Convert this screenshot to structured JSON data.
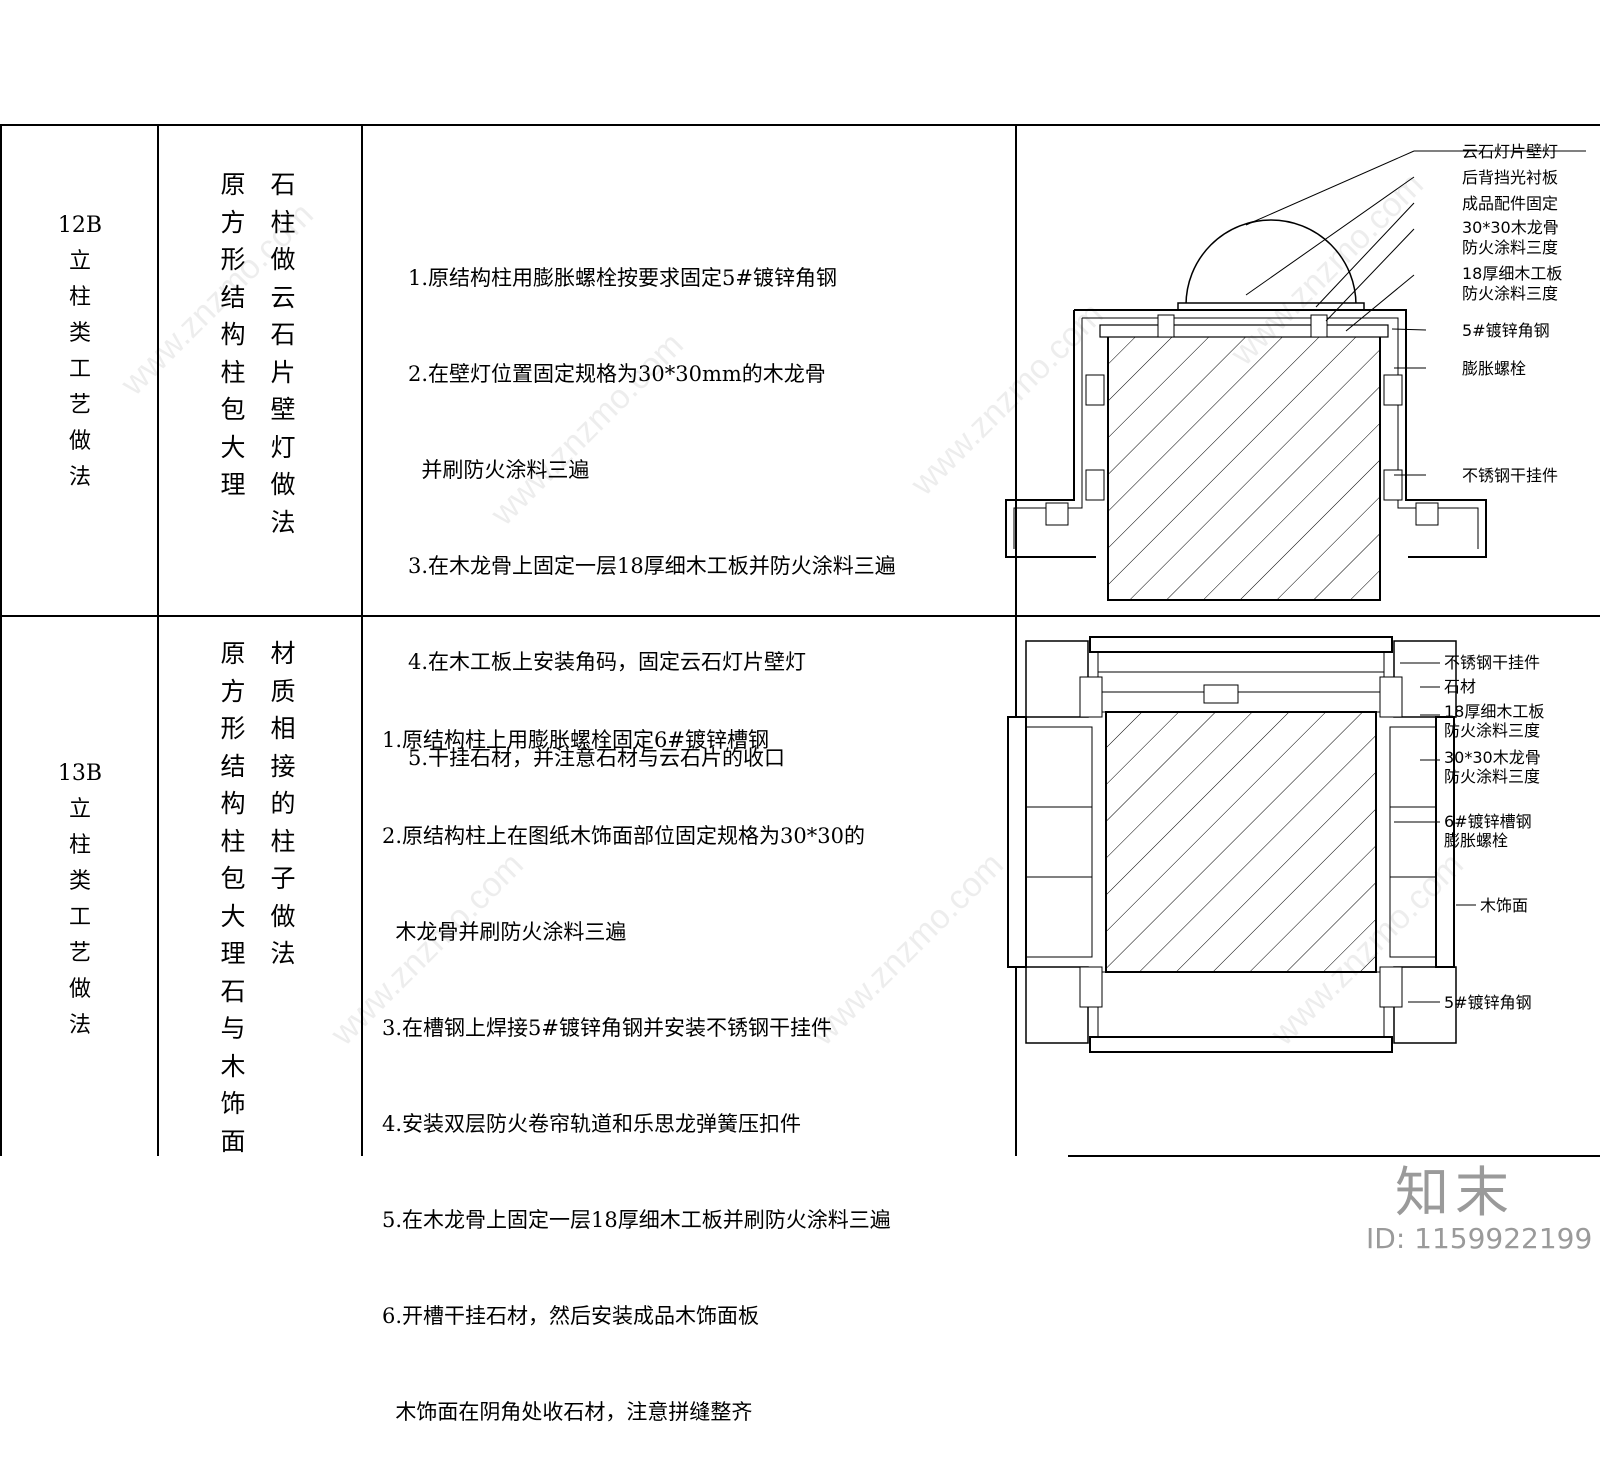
{
  "row_12b": {
    "code_lines": [
      "12B",
      "立",
      "柱",
      "类",
      "工",
      "艺",
      "做",
      "法"
    ],
    "title_col_left": [
      "原",
      "方",
      "形",
      "结",
      "构",
      "柱",
      "包",
      "大",
      "理"
    ],
    "title_col_right": [
      "石",
      "柱",
      "做",
      "云",
      "石",
      "片",
      "壁",
      "灯",
      "做",
      "法"
    ],
    "steps": [
      "1.原结构柱用膨胀螺栓按要求固定5#镀锌角钢",
      "2.在壁灯位置固定规格为30*30mm的木龙骨",
      "  并刷防火涂料三遍",
      "3.在木龙骨上固定一层18厚细木工板并防火涂料三遍",
      "4.在木工板上安装角码，固定云石灯片壁灯",
      "5.干挂石材，并注意石材与云石片的收口"
    ],
    "labels": [
      "云石灯片壁灯",
      "后背挡光衬板",
      "成品配件固定",
      "30*30木龙骨",
      "防火涂料三度",
      "18厚细木工板",
      "防火涂料三度",
      "5#镀锌角钢",
      "膨胀螺栓",
      "不锈钢干挂件"
    ]
  },
  "row_13b": {
    "code_lines": [
      "13B",
      "立",
      "柱",
      "类",
      "工",
      "艺",
      "做",
      "法"
    ],
    "title_col_left": [
      "原",
      "方",
      "形",
      "结",
      "构",
      "柱",
      "包",
      "大",
      "理",
      "石",
      "与",
      "木",
      "饰",
      "面"
    ],
    "title_col_right": [
      "材",
      "质",
      "相",
      "接",
      "的",
      "柱",
      "子",
      "做",
      "法"
    ],
    "steps": [
      "1.原结构柱上用膨胀螺栓固定6#镀锌槽钢",
      "2.原结构柱上在图纸木饰面部位固定规格为30*30的",
      "  木龙骨并刷防火涂料三遍",
      "3.在槽钢上焊接5#镀锌角钢并安装不锈钢干挂件",
      "4.安装双层防火卷帘轨道和乐思龙弹簧压扣件",
      "5.在木龙骨上固定一层18厚细木工板并刷防火涂料三遍",
      "6.开槽干挂石材，然后安装成品木饰面板",
      "  木饰面在阴角处收石材，注意拼缝整齐"
    ],
    "labels": [
      "不锈钢干挂件",
      "石材",
      "18厚细木工板",
      "防火涂料三度",
      "30*30木龙骨",
      "防火涂料三度",
      "6#镀锌槽钢",
      "膨胀螺栓",
      "木饰面",
      "5#镀锌角钢"
    ]
  },
  "watermark": "www.znzmo.com",
  "brand": "知末",
  "image_id": "ID: 1159922199"
}
